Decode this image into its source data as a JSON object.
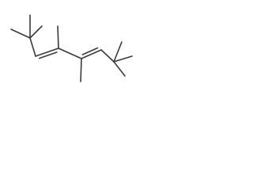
{
  "structure": {
    "type": "skeletal-formula",
    "atom_labels": [],
    "bond_color": "#3a3a3a",
    "background": "#ffffff",
    "bond_types": [
      "single",
      "double"
    ]
  }
}
